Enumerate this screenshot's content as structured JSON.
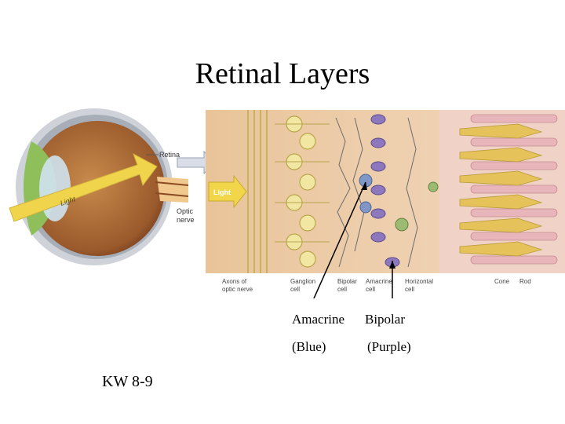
{
  "slide": {
    "title": "Retinal Layers",
    "code": "KW 8-9"
  },
  "figure": {
    "eye_labels": {
      "retina": "Retina",
      "optic_nerve_line1": "Optic",
      "optic_nerve_line2": "nerve",
      "light_beam": "Light"
    },
    "retina_labels": {
      "light": "Light",
      "axons_line1": "Axons of",
      "axons_line2": "optic nerve",
      "ganglion_line1": "Ganglion",
      "ganglion_line2": "cell",
      "bipolar_line1": "Bipolar",
      "bipolar_line2": "cell",
      "amacrine_line1": "Amacrine",
      "amacrine_line2": "cell",
      "horizontal_line1": "Horizontal",
      "horizontal_line2": "cell",
      "cone": "Cone",
      "rod": "Rod"
    }
  },
  "annotations": {
    "amacrine": "Amacrine",
    "bipolar": "Bipolar",
    "amacrine_color": "(Blue)",
    "bipolar_color": "(Purple)"
  },
  "colors": {
    "amacrine_cell": "#6f86b8",
    "bipolar_cell": "#7b63a8",
    "ganglion_cell": "#e5dc8a",
    "horizontal_cell": "#8fae6b",
    "cone": "#e6c35a",
    "rod": "#e7a8ad"
  }
}
